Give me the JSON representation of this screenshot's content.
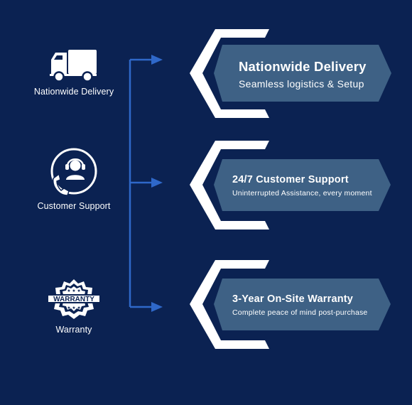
{
  "colors": {
    "background": "#0b2252",
    "accent_blue": "#2f68c9",
    "card_fill": "#3e6185",
    "white": "#ffffff"
  },
  "features": [
    {
      "icon": "truck-icon",
      "label": "Nationwide Delivery",
      "title": "Nationwide Delivery",
      "subtitle": "Seamless logistics & Setup"
    },
    {
      "icon": "headset-support-icon",
      "label": "Customer Support",
      "title": "24/7 Customer Support",
      "subtitle": "Uninterrupted Assistance, every moment"
    },
    {
      "icon": "warranty-badge-icon",
      "label": "Warranty",
      "title": "3-Year On-Site Warranty",
      "subtitle": "Complete peace of mind post-purchase",
      "badge_text": "WARRANTY"
    }
  ]
}
